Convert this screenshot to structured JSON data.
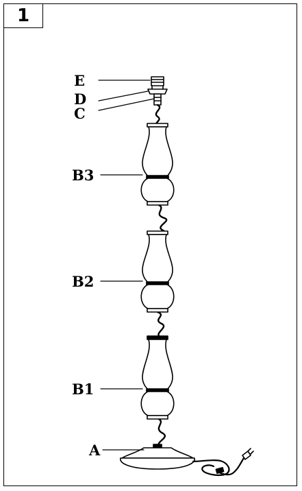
{
  "step": {
    "number": "1"
  },
  "labels": {
    "E": "E",
    "D": "D",
    "C": "C",
    "B3": "B3",
    "B2": "B2",
    "B1": "B1",
    "A": "A"
  },
  "colors": {
    "line": "#000000",
    "background": "#ffffff"
  }
}
